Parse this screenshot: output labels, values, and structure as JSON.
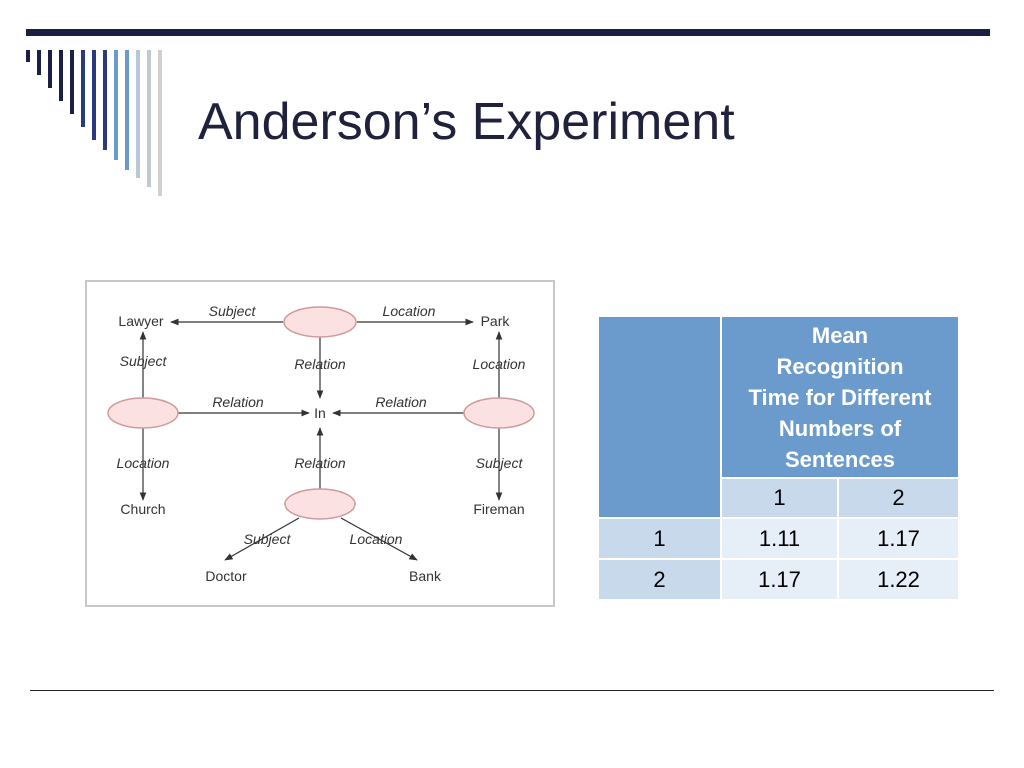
{
  "slide": {
    "title": "Anderson’s Experiment",
    "accent_color": "#1c1f44",
    "stripe_colors": [
      "#1c1f44",
      "#2a3a7c",
      "#6a9bcc",
      "#b8c8d8",
      "#d0d0d0"
    ]
  },
  "diagram": {
    "nodes": {
      "lawyer": "Lawyer",
      "park": "Park",
      "in": "In",
      "church": "Church",
      "fireman": "Fireman",
      "doctor": "Doctor",
      "bank": "Bank"
    },
    "edges": {
      "top_left": "Subject",
      "top_right": "Location",
      "top_down": "Relation",
      "left_up": "Subject",
      "left_right": "Relation",
      "left_down": "Location",
      "right_up": "Location",
      "right_left": "Relation",
      "right_down": "Subject",
      "bottom_up": "Relation",
      "bottom_left": "Subject",
      "bottom_right": "Location"
    },
    "node_fill": "#fbe1e1",
    "node_stroke": "#d09a9a"
  },
  "table": {
    "header": "Mean Recognition Time for Different Numbers of Sentences",
    "header_lines": [
      "Mean",
      "Recognition",
      "Time for Different",
      "Numbers of",
      "Sentences"
    ],
    "columns": [
      "1",
      "2"
    ],
    "rows": [
      {
        "label": "1",
        "values": [
          "1.11",
          "1.17"
        ]
      },
      {
        "label": "2",
        "values": [
          "1.17",
          "1.22"
        ]
      }
    ]
  }
}
